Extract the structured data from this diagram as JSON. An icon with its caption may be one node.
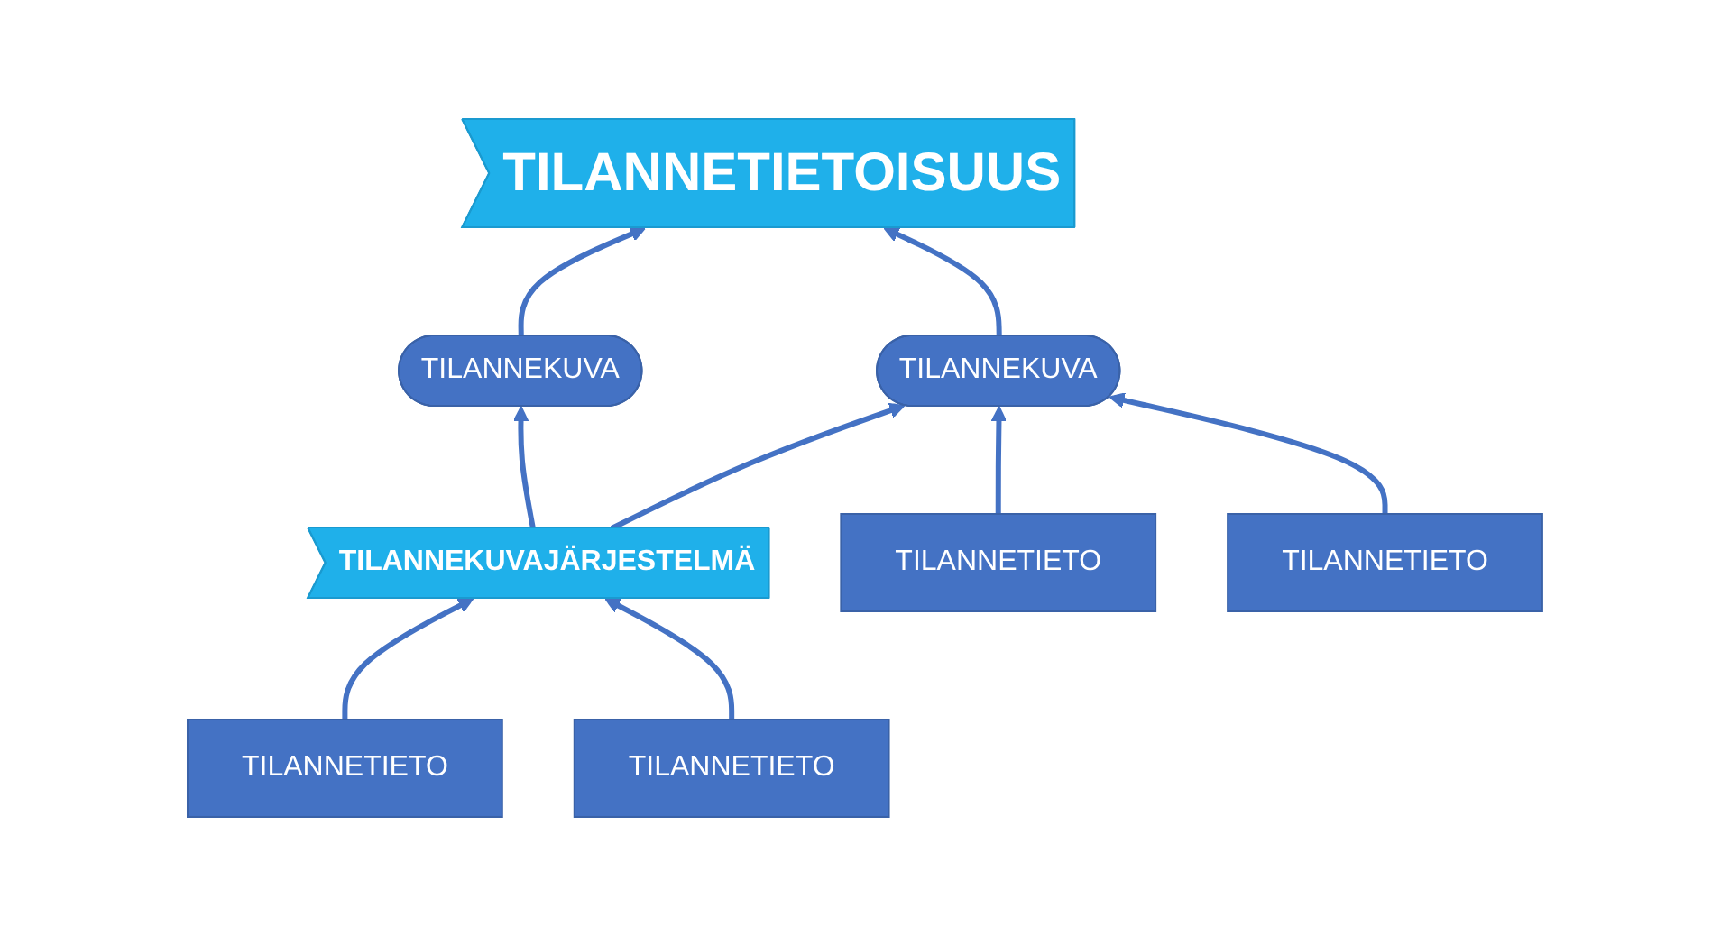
{
  "diagram": {
    "nodes": [
      {
        "text": [
          "TILANNETIETOISUUS"
        ]
      },
      {
        "text": [
          "TILANNEKUVA"
        ]
      },
      {
        "text": [
          "TILANNEKUVA"
        ]
      },
      {
        "text": [
          "TILANNEKUVAJÄRJESTELMÄ"
        ]
      },
      {
        "text": [
          "TILANNETIETO"
        ]
      },
      {
        "text": [
          "TILANNETIETO"
        ]
      },
      {
        "text": [
          "TILANNETIETO"
        ]
      },
      {
        "text": [
          "TILANNETIETO"
        ]
      }
    ],
    "edges": [
      {
        "from": 1,
        "to": 0,
        "arrow": "to"
      },
      {
        "from": 2,
        "to": 0,
        "arrow": "to"
      },
      {
        "from": 3,
        "to": 1,
        "arrow": "to"
      },
      {
        "from": 3,
        "to": 2,
        "arrow": "to"
      },
      {
        "from": 4,
        "to": 1,
        "arrow": "to"
      },
      {
        "from": 5,
        "to": 1,
        "arrow": "to"
      },
      {
        "from": 6,
        "to": 3,
        "arrow": "to"
      },
      {
        "from": 7,
        "to": 3,
        "arrow": "to"
      }
    ]
  }
}
